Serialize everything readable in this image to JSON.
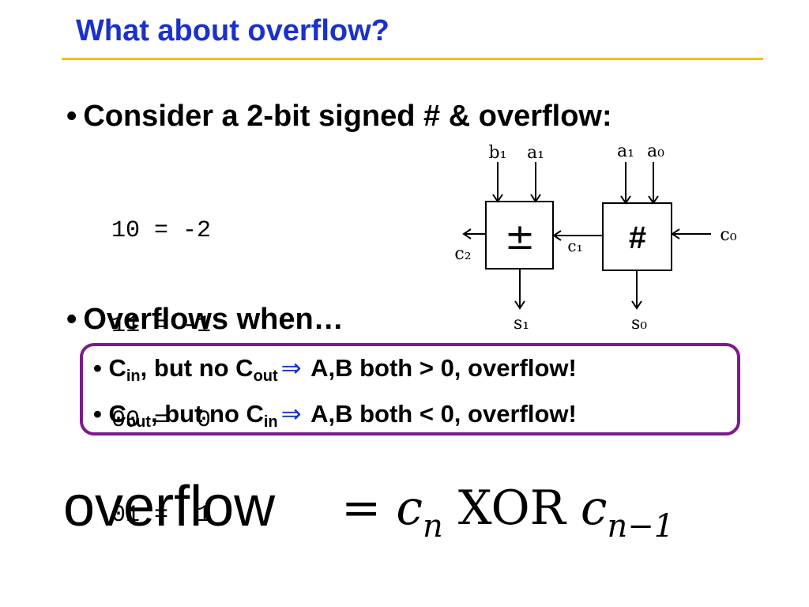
{
  "slide": {
    "title": "What about overflow?",
    "bullet1": "Consider a 2-bit signed # & overflow:",
    "code_lines": [
      "10 = -2",
      "11 = -1",
      "00 =  0",
      "01 =  1"
    ],
    "bullet2": "Overflows when…",
    "sub1": {
      "c1": "C",
      "c1_sub": "in",
      "mid": ", but no C",
      "c2_sub": "out",
      "arrow": "⇒",
      "tail": " A,B both > 0, overflow!"
    },
    "sub2": {
      "c1": "C",
      "c1_sub": "out",
      "mid": ", but no C",
      "c2_sub": "in",
      "arrow": "⇒",
      "tail": " A,B both < 0, overflow!"
    },
    "diagram": {
      "left_block_symbol": "±",
      "right_block_symbol": "#",
      "inputs_left": [
        "b₁",
        "a₁"
      ],
      "inputs_right": [
        "a₁",
        "a₀"
      ],
      "carry_in": "c₀",
      "carry_mid": "c₁",
      "carry_out": "c₂",
      "outputs": [
        "s₁",
        "s₀"
      ]
    },
    "equation": {
      "lhs": "overflow",
      "eq": "=",
      "c": "c",
      "n": "n",
      "xor": "XOR",
      "n_minus_1": "n−1"
    },
    "colors": {
      "title": "#1a31cc",
      "rule": "#f2c200",
      "box_border": "#7b1a8c"
    }
  }
}
